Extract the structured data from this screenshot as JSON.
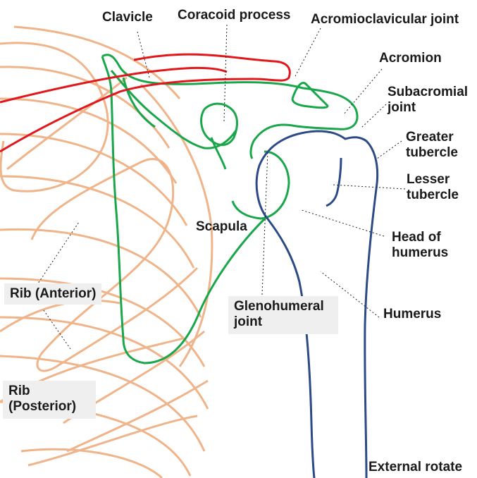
{
  "labels": {
    "clavicle": "Clavicle",
    "coracoid": "Coracoid process",
    "ac_joint": "Acromioclavicular joint",
    "acromion": "Acromion",
    "subacromial_1": "Subacromial",
    "subacromial_2": "joint",
    "greater_1": "Greater",
    "greater_2": "tubercle",
    "lesser_1": "Lesser",
    "lesser_2": "tubercle",
    "head_1": "Head of",
    "head_2": "humerus",
    "humerus": "Humerus",
    "scapula": "Scapula",
    "gh_1": "Glenohumeral",
    "gh_2": "joint",
    "rib_anterior": "Rib (Anterior)",
    "rib_post_1": "Rib",
    "rib_post_2": "(Posterior)",
    "external_rotate": "External rotate"
  },
  "colors": {
    "rib": "#efb48a",
    "scapula": "#1aa64a",
    "clavicle": "#e0171b",
    "humerus": "#2c4a86",
    "label_box": "#efefef"
  }
}
